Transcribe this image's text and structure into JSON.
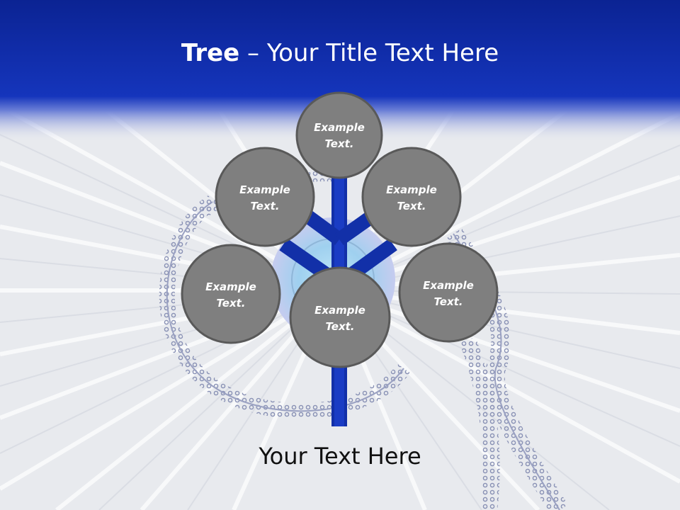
{
  "title": {
    "bold_part": "Tree",
    "separator": " – ",
    "rest": "Your Title Text Here"
  },
  "footer": {
    "text": "Your Text Here"
  },
  "nodes": [
    {
      "id": "top",
      "line1": "Example",
      "line2": "Text."
    },
    {
      "id": "upper-left",
      "line1": "Example",
      "line2": "Text."
    },
    {
      "id": "upper-right",
      "line1": "Example",
      "line2": "Text."
    },
    {
      "id": "middle-left",
      "line1": "Example",
      "line2": "Text."
    },
    {
      "id": "center",
      "line1": "Example",
      "line2": "Text."
    },
    {
      "id": "middle-right",
      "line1": "Example",
      "line2": "Text."
    }
  ],
  "colors": {
    "header_blue": "#0d2aa5",
    "trunk_blue": "#1230a8",
    "node_fill": "#7f7f7f",
    "node_stroke": "#595959"
  }
}
